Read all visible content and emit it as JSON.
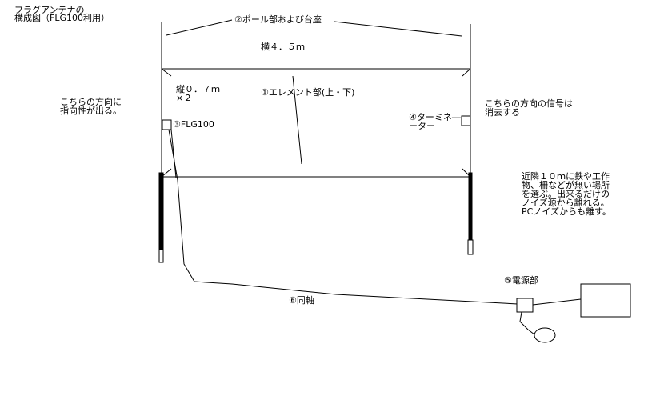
{
  "title": {
    "line1": "フラグアンテナの",
    "line2": "構成図（FLG100利用）"
  },
  "labels": {
    "pole_and_base": "②ポール部および台座",
    "width": "横４．５ｍ",
    "height_line1": "縦０．７ｍ",
    "height_line2": "×２",
    "element": "①エレメント部(上・下)",
    "flg100": "③FLG100",
    "terminator_line1": "④ターミネ―",
    "terminator_line2": "ーター",
    "direction_left_line1": "こちらの方向に",
    "direction_left_line2": "指向性が出る。",
    "direction_right_line1": "こちらの方向の信号は",
    "direction_right_line2": "消去する",
    "note_line1": "近隣１０ｍに鉄や工作",
    "note_line2": "物、柵などが無い場所",
    "note_line3": "を選ぶ。出来るだけの",
    "note_line4": "ノイズ源から離れる。",
    "note_line5": "PCノイズからも離す。",
    "power": "⑤電源部",
    "coax": "⑥同軸"
  }
}
